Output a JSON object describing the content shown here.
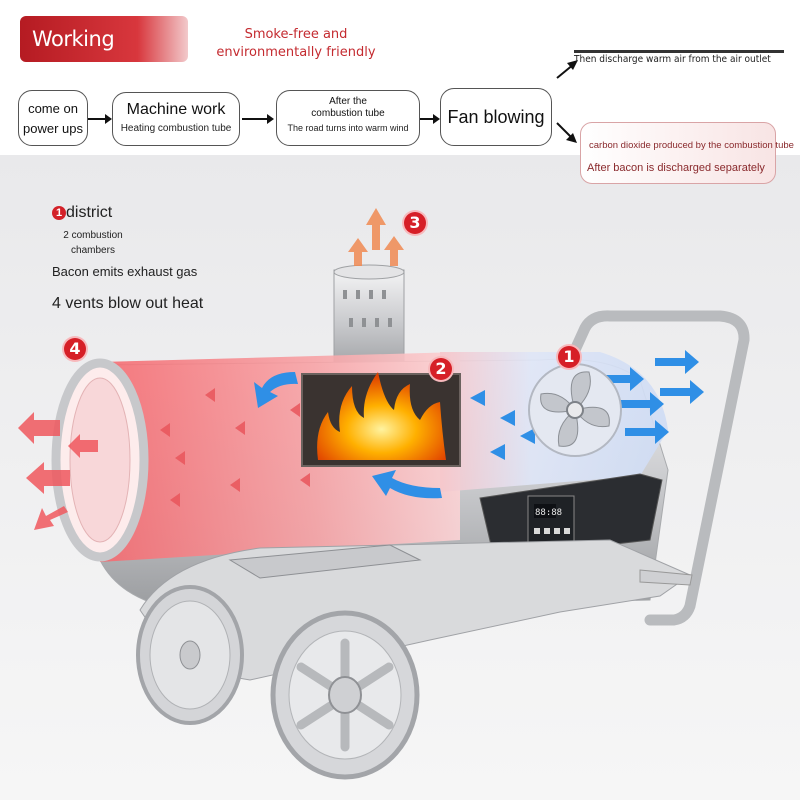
{
  "header": {
    "title": "Working principle",
    "tagline": "Smoke-free and environmentally friendly"
  },
  "flow": {
    "steps": [
      {
        "main": "come on power ups",
        "sub": ""
      },
      {
        "main": "Machine work",
        "sub": "Heating combustion tube"
      },
      {
        "main": "After the combustion tube",
        "sub": "The road turns into warm wind"
      },
      {
        "main": "Fan blowing",
        "sub": ""
      }
    ],
    "output_top": "Then discharge warm air from the air outlet",
    "output_box_line1": "carbon dioxide produced by the combustion tube",
    "output_box_line2": "After bacon is discharged separately"
  },
  "legend": {
    "item1_num": "1",
    "item1": "district",
    "item2": "2 combustion chambers",
    "item3": "Bacon emits exhaust gas",
    "item4": "4 vents blow out heat"
  },
  "badges": {
    "b1": "1",
    "b2": "2",
    "b3": "3",
    "b4": "4"
  },
  "panel_display": "88:88",
  "colors": {
    "accent_red": "#d32128",
    "hot_red": "#f04b50",
    "cool_blue": "#2f8fe6",
    "flame": "#ff8a00"
  }
}
